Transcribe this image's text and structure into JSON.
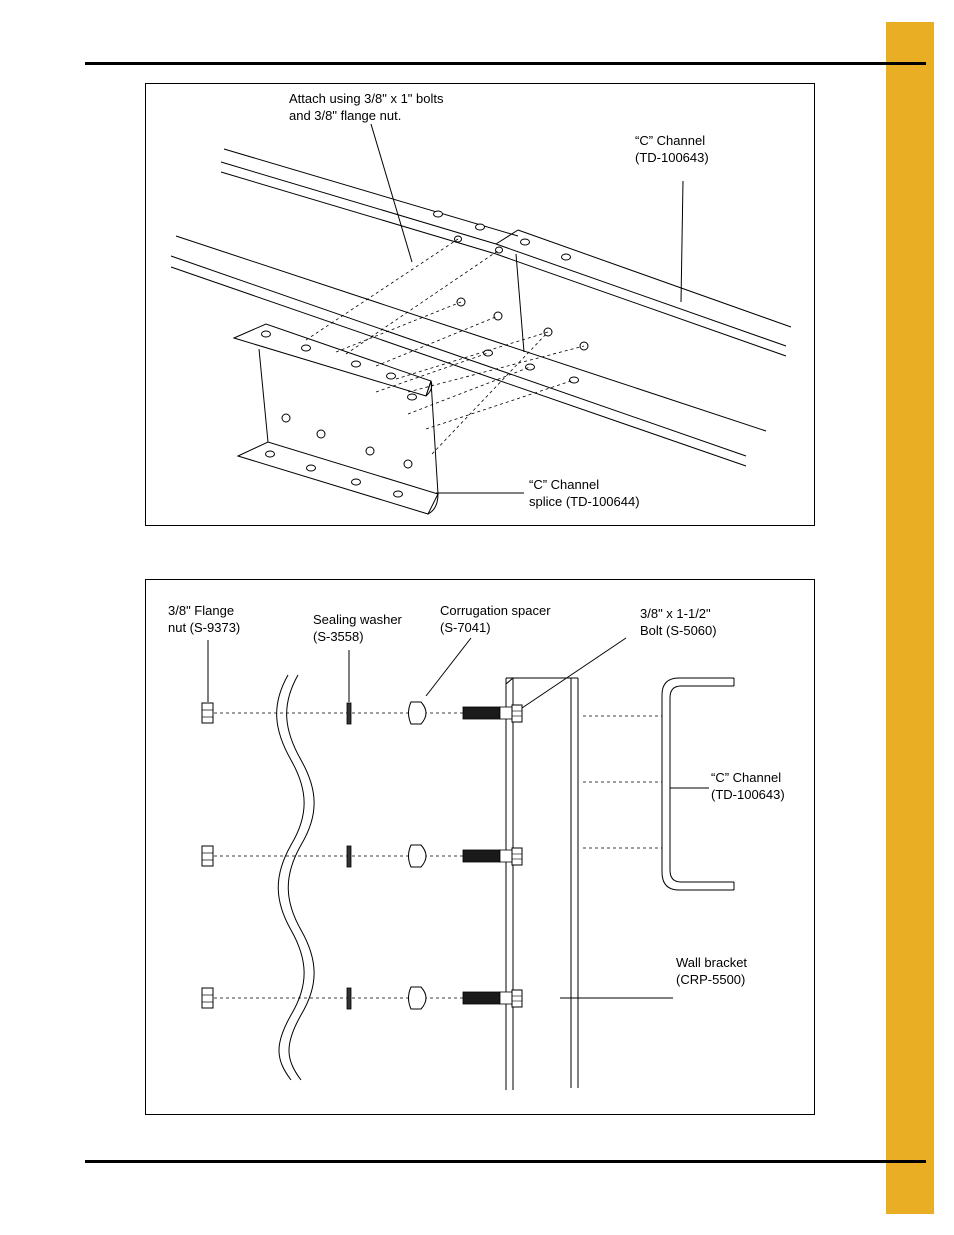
{
  "page": {
    "accent_color": "#e9ae24"
  },
  "figure1": {
    "callout_attach_line1": "Attach using 3/8\" x 1\" bolts",
    "callout_attach_line2": "and 3/8\" flange nut.",
    "callout_channel_line1": "“C” Channel",
    "callout_channel_line2": "(TD-100643)",
    "callout_splice_line1": "“C” Channel",
    "callout_splice_line2": "splice (TD-100644)"
  },
  "figure2": {
    "flange_nut_line1": "3/8\" Flange",
    "flange_nut_line2": "nut (S-9373)",
    "sealing_washer_line1": "Sealing washer",
    "sealing_washer_line2": "(S-3558)",
    "corrugation_spacer_line1": "Corrugation spacer",
    "corrugation_spacer_line2": "(S-7041)",
    "bolt_line1": "3/8\" x 1-1/2\"",
    "bolt_line2": "Bolt (S-5060)",
    "channel_line1": "“C” Channel",
    "channel_line2": "(TD-100643)",
    "wall_bracket_line1": "Wall bracket",
    "wall_bracket_line2": "(CRP-5500)"
  }
}
